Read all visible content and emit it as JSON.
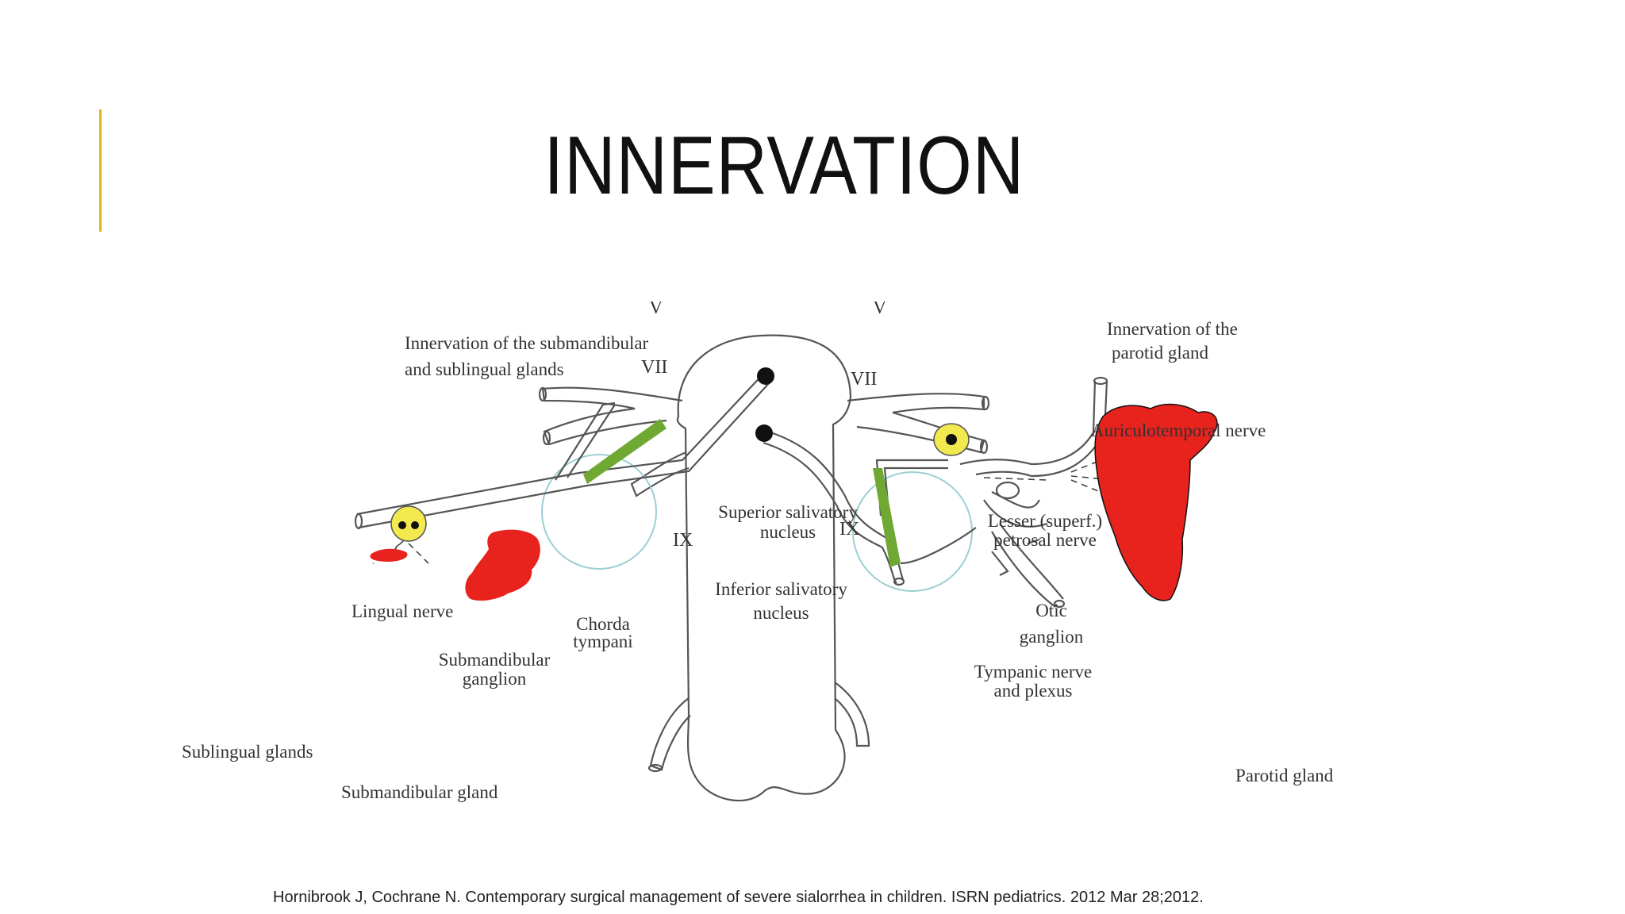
{
  "slide": {
    "title": "INNERVATION",
    "accent_color": "#E2B714",
    "citation": "Hornibrook J, Cochrane N. Contemporary surgical management of severe sialorrhea in children. ISRN pediatrics. 2012 Mar 28;2012."
  },
  "diagram": {
    "colors": {
      "gland": "#E8231E",
      "ganglion": "#F2E94E",
      "nerve_highlight": "#6FA832",
      "line": "#555555",
      "circle": "#9CCFD2"
    },
    "headings": {
      "left_line1": "Innervation of the submandibular",
      "left_line2": "and sublingual glands",
      "right_line1": "Innervation of the",
      "right_line2": "parotid gland"
    },
    "cranial_nerves": {
      "v_left": "V",
      "v_right": "V",
      "vii_left": "VII",
      "vii_right": "VII",
      "ix_left": "IX",
      "ix_right": "IX"
    },
    "labels": {
      "superior_nucleus_1": "Superior salivatory",
      "superior_nucleus_2": "nucleus",
      "inferior_nucleus_1": "Inferior salivatory",
      "inferior_nucleus_2": "nucleus",
      "lingual_nerve": "Lingual nerve",
      "chorda_tympani_1": "Chorda",
      "chorda_tympani_2": "tympani",
      "submandibular_ganglion_1": "Submandibular",
      "submandibular_ganglion_2": "ganglion",
      "sublingual_glands": "Sublingual glands",
      "submandibular_gland": "Submandibular gland",
      "auriculotemporal_nerve": "Auriculotemporal nerve",
      "lesser_petrosal_1": "Lesser (superf.)",
      "lesser_petrosal_2": "petrosal nerve",
      "otic_ganglion_1": "Otic",
      "otic_ganglion_2": "ganglion",
      "tympanic_nerve_1": "Tympanic nerve",
      "tympanic_nerve_2": "and plexus",
      "parotid_gland": "Parotid gland"
    }
  }
}
